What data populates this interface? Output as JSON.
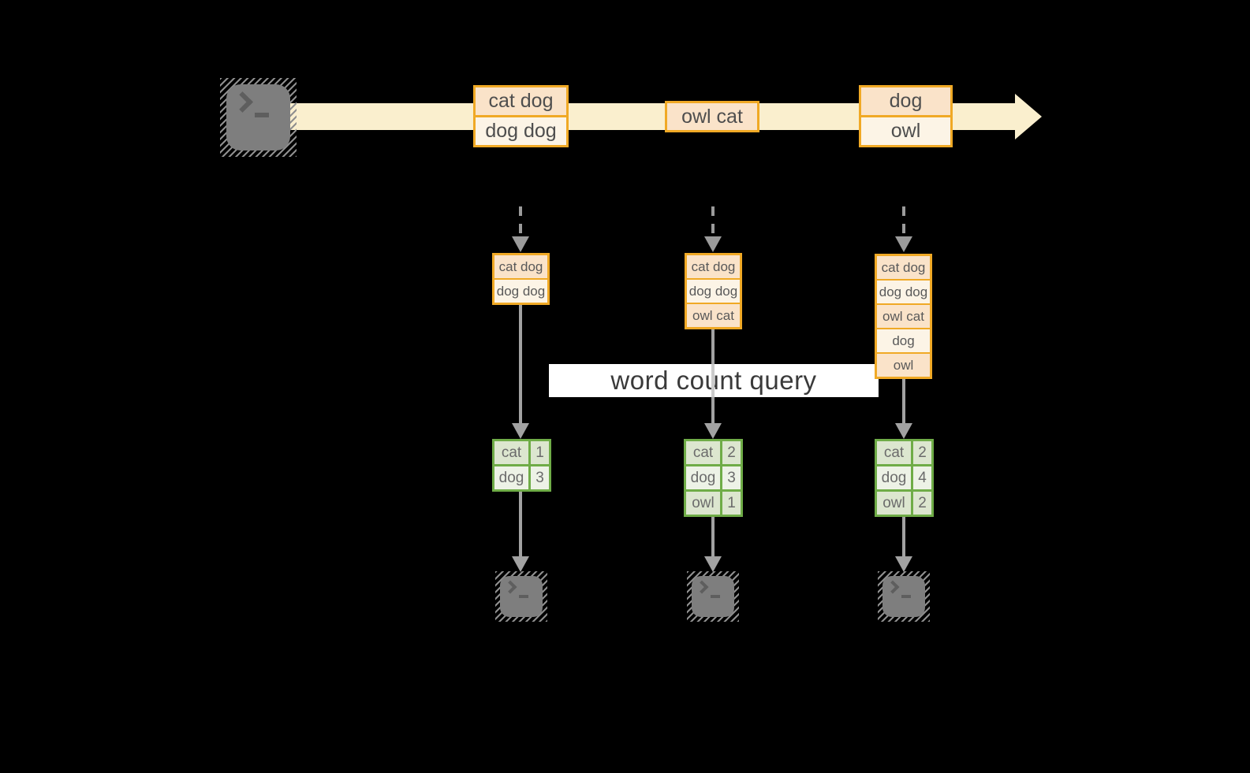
{
  "diagram": {
    "banner_label": "word count query",
    "source": {
      "icon": "terminal-icon"
    },
    "stream_batches": [
      {
        "rows": [
          "cat dog",
          "dog dog"
        ]
      },
      {
        "rows": [
          "owl cat"
        ]
      },
      {
        "rows": [
          "dog",
          "owl"
        ]
      }
    ],
    "columns": [
      {
        "batch": {
          "rows": [
            "cat dog",
            "dog dog"
          ]
        },
        "table": {
          "rows": [
            {
              "word": "cat",
              "count": "1"
            },
            {
              "word": "dog",
              "count": "3"
            }
          ]
        },
        "sink": {
          "icon": "terminal-icon"
        }
      },
      {
        "batch": {
          "rows": [
            "cat dog",
            "dog dog",
            "owl cat"
          ]
        },
        "table": {
          "rows": [
            {
              "word": "cat",
              "count": "2"
            },
            {
              "word": "dog",
              "count": "3"
            },
            {
              "word": "owl",
              "count": "1"
            }
          ]
        },
        "sink": {
          "icon": "terminal-icon"
        }
      },
      {
        "batch": {
          "rows": [
            "cat dog",
            "dog dog",
            "owl cat",
            "dog",
            "owl"
          ]
        },
        "table": {
          "rows": [
            {
              "word": "cat",
              "count": "2"
            },
            {
              "word": "dog",
              "count": "4"
            },
            {
              "word": "owl",
              "count": "2"
            }
          ]
        },
        "sink": {
          "icon": "terminal-icon"
        }
      }
    ],
    "colors": {
      "background": "#000000",
      "stream_band": "#FAEFCE",
      "amber_border": "#F0A925",
      "cell_peach": "#FAE3C9",
      "cell_cream": "#FCF4E6",
      "green_border": "#6FAC47",
      "green_row_dark": "#DCE6CF",
      "green_row_light": "#EDF2E6",
      "arrow_gray": "#A2A2A2",
      "terminal_gray": "#7E7E7E",
      "banner_bg": "#FFFFFF",
      "banner_text": "#3A3A3A"
    }
  }
}
